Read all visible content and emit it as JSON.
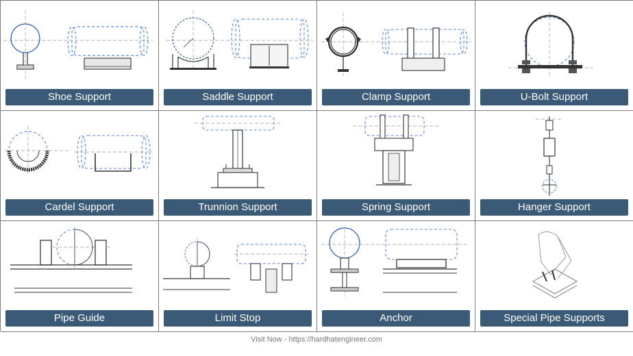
{
  "cells": [
    {
      "label": "Shoe Support",
      "icon": "shoe-support-diagram"
    },
    {
      "label": "Saddle Support",
      "icon": "saddle-support-diagram"
    },
    {
      "label": "Clamp Support",
      "icon": "clamp-support-diagram"
    },
    {
      "label": "U-Bolt Support",
      "icon": "u-bolt-support-diagram"
    },
    {
      "label": "Cardel Support",
      "icon": "cardel-support-diagram"
    },
    {
      "label": "Trunnion Support",
      "icon": "trunnion-support-diagram"
    },
    {
      "label": "Spring Support",
      "icon": "spring-support-diagram"
    },
    {
      "label": "Hanger Support",
      "icon": "hanger-support-diagram"
    },
    {
      "label": "Pipe Guide",
      "icon": "pipe-guide-diagram"
    },
    {
      "label": "Limit Stop",
      "icon": "limit-stop-diagram"
    },
    {
      "label": "Anchor",
      "icon": "anchor-diagram"
    },
    {
      "label": "Special Pipe Supports",
      "icon": "special-pipe-supports-diagram"
    }
  ],
  "footer": {
    "prefix": "Visit Now - ",
    "url": "https://hardhatengineer.com"
  },
  "colors": {
    "label_bg": "#3a5a78",
    "label_text": "#ffffff",
    "pipe_dash": "#5b8bd6",
    "line": "#333333"
  }
}
